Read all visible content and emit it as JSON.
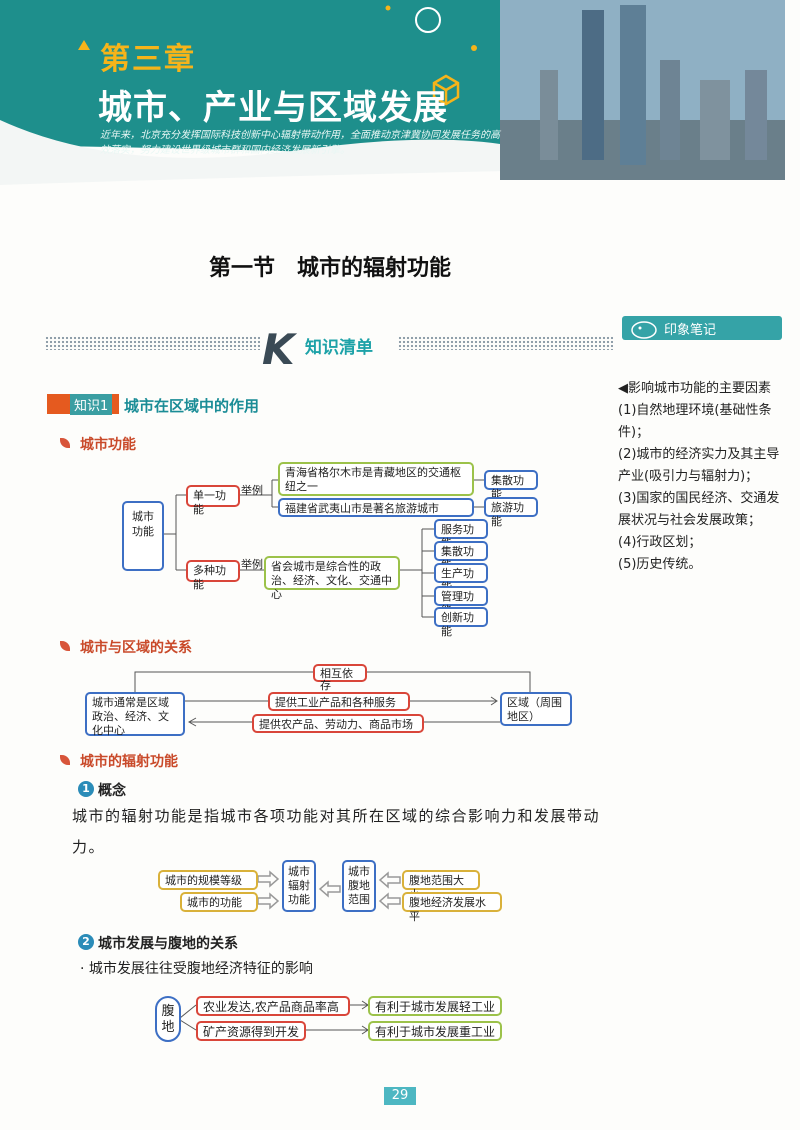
{
  "header": {
    "chapter": "第三章",
    "chapter_title": "城市、产业与区域发展",
    "intro": "近年来，北京充分发挥国际科技创新中心辐射带动作用，全面推动京津冀协同发展任务的高效落实，努力建设世界级城市群和国内经济发展新引擎。",
    "colors": {
      "teal": "#1e8f8c",
      "gold": "#f6b41a"
    }
  },
  "section": {
    "title": "第一节　城市的辐射功能",
    "knowledge_list": "知识清单"
  },
  "sidebar": {
    "heading": "印象笔记",
    "lines": [
      "◀影响城市功能的主要因素",
      "(1)自然地理环境(基础性条件)；",
      "(2)城市的经济实力及其主导产业(吸引力与辐射力)；",
      "(3)国家的国民经济、交通发展状况与社会发展政策；",
      "(4)行政区划；",
      "(5)历史传统。"
    ]
  },
  "kp1": {
    "label": "知识1",
    "title": "城市在区域中的作用"
  },
  "func": {
    "heading": "城市功能",
    "root": "城市功能",
    "single": "单一功能",
    "multi": "多种功能",
    "example": "举例",
    "ex1": "青海省格尔木市是青藏地区的交通枢纽之一",
    "ex2": "福建省武夷山市是著名旅游城市",
    "ex3": "省会城市是综合性的政治、经济、文化、交通中心",
    "r1": "集散功能",
    "r2": "旅游功能",
    "list": [
      "服务功能",
      "集散功能",
      "生产功能",
      "管理功能",
      "创新功能"
    ]
  },
  "rel": {
    "heading": "城市与区域的关系",
    "mutual": "相互依存",
    "city": "城市通常是区域政治、经济、文化中心",
    "region": "区域（周围地区）",
    "to_region": "提供工业产品和各种服务",
    "to_city": "提供农产品、劳动力、商品市场"
  },
  "rad": {
    "heading": "城市的辐射功能",
    "concept_no": "1",
    "concept": "概念",
    "para": "城市的辐射功能是指城市各项功能对其所在区域的综合影响力和发展带动力。",
    "left1": "城市的规模等级",
    "left2": "城市的功能",
    "mid1": "城市辐射功能",
    "mid2": "城市腹地范围",
    "right1": "腹地范围大小",
    "right2": "腹地经济发展水平",
    "sub_no": "2",
    "sub": "城市发展与腹地的关系",
    "bullet": "· 城市发展往往受腹地经济特征的影响",
    "hinter": "腹地",
    "c1": "农业发达,农产品商品率高",
    "c2": "矿产资源得到开发",
    "e1": "有利于城市发展轻工业",
    "e2": "有利于城市发展重工业"
  },
  "page": {
    "number": "29"
  }
}
